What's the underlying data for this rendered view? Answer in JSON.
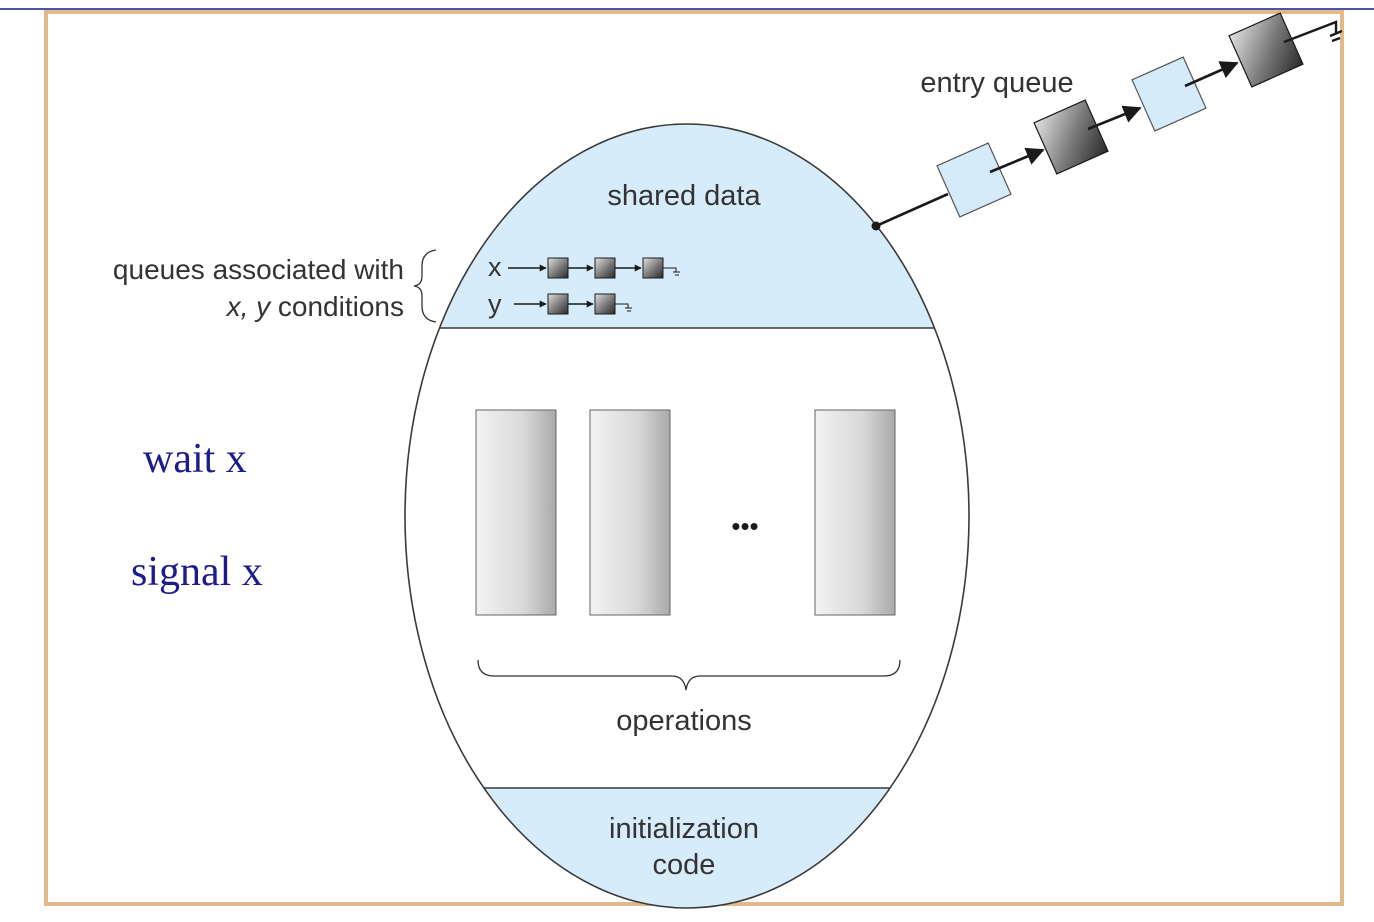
{
  "labels": {
    "entry_queue": "entry queue",
    "shared_data": "shared data",
    "queues_line1": "queues associated with",
    "queues_line2_italic": "x, y",
    "queues_line2_rest": " conditions",
    "x": "x",
    "y": "y",
    "ellipsis": "•••",
    "operations": "operations",
    "init_line1": "initialization",
    "init_line2": "code"
  },
  "annotations": {
    "wait": "wait x",
    "signal": "signal x"
  },
  "colors": {
    "region_fill": "#d7ecfa",
    "frame_border": "#e3b98c",
    "annotation_text": "#1c1c8f",
    "top_rule": "#4a55a8"
  }
}
